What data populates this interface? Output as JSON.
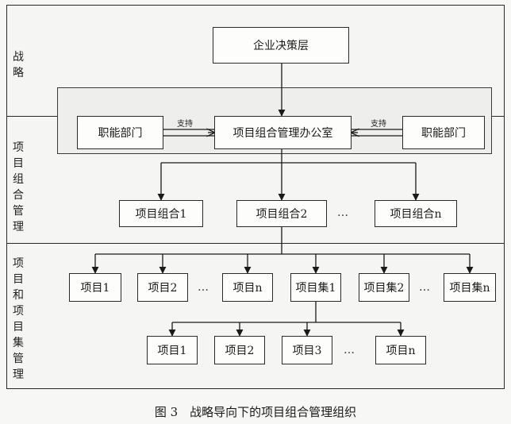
{
  "sections": {
    "strategy": "战略",
    "portfolio": "项目组合管理",
    "program": "项目和项目集管理"
  },
  "boxes": {
    "top": "企业决策层",
    "func_left": "职能部门",
    "pmo": "项目组合管理办公室",
    "func_right": "职能部门",
    "portfolio1": "项目组合1",
    "portfolio2": "项目组合2",
    "portfolio_n": "项目组合n",
    "project1": "项目1",
    "project2": "项目2",
    "project_n": "项目n",
    "program1": "项目集1",
    "program2": "项目集2",
    "program_n": "项目集n",
    "sub1": "项目1",
    "sub2": "项目2",
    "sub3": "项目3",
    "sub_n": "项目n"
  },
  "support": {
    "left": "支持",
    "right": "支持"
  },
  "ellipsis": "…",
  "caption": "图 3　战略导向下的项目组合管理组织"
}
